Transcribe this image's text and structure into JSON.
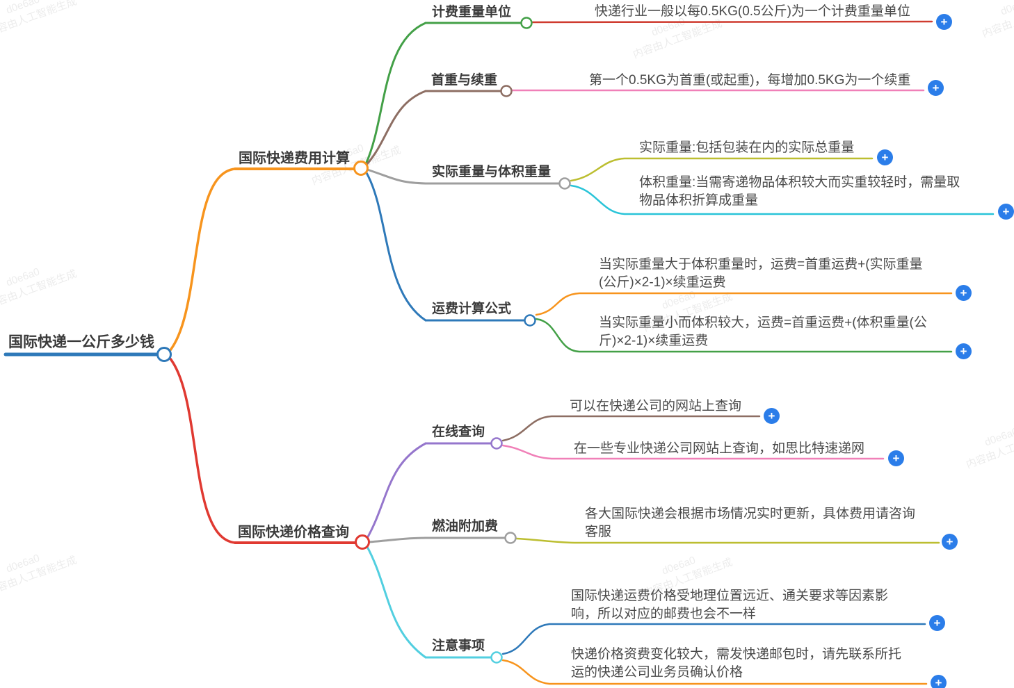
{
  "ui": {
    "plus": "+"
  },
  "watermark": {
    "line1": "d0e6a0",
    "line2": "内容由人工智能生成"
  },
  "palette": {
    "root_blue": "#2e79b9",
    "orange": "#f7941d",
    "red": "#e03931",
    "green": "#43a047",
    "dark_red": "#cf3b2f",
    "brown": "#8d6e63",
    "pink": "#f080b8",
    "gray": "#9e9e9e",
    "olive": "#bcbe30",
    "cyan": "#29c4d8",
    "light_cyan": "#52cfe0",
    "purple": "#9576cc",
    "blue": "#2e79b9",
    "plus_blue": "#2b7de9"
  },
  "mindmap": {
    "root": {
      "label": "国际快递一公斤多少钱"
    },
    "branches": [
      {
        "label": "国际快递费用计算",
        "topics": [
          {
            "label": "计费重量单位",
            "leaves": [
              {
                "lines": [
                  "快递行业一般以每0.5KG(0.5公斤)为一个计费重量单位"
                ]
              }
            ]
          },
          {
            "label": "首重与续重",
            "leaves": [
              {
                "lines": [
                  "第一个0.5KG为首重(或起重)，每增加0.5KG为一个续重"
                ]
              }
            ]
          },
          {
            "label": "实际重量与体积重量",
            "leaves": [
              {
                "lines": [
                  "实际重量:包括包装在内的实际总重量"
                ]
              },
              {
                "lines": [
                  "体积重量:当需寄递物品体积较大而实重较轻时，需量取",
                  "物品体积折算成重量"
                ]
              }
            ]
          },
          {
            "label": "运费计算公式",
            "leaves": [
              {
                "lines": [
                  "当实际重量大于体积重量时，运费=首重运费+(实际重量",
                  "(公斤)×2-1)×续重运费"
                ]
              },
              {
                "lines": [
                  "当实际重量小而体积较大，运费=首重运费+(体积重量(公",
                  "斤)×2-1)×续重运费"
                ]
              }
            ]
          }
        ]
      },
      {
        "label": "国际快递价格查询",
        "topics": [
          {
            "label": "在线查询",
            "leaves": [
              {
                "lines": [
                  "可以在快递公司的网站上查询"
                ]
              },
              {
                "lines": [
                  "在一些专业快递公司网站上查询，如思比特速递网"
                ]
              }
            ]
          },
          {
            "label": "燃油附加费",
            "leaves": [
              {
                "lines": [
                  "各大国际快递会根据市场情况实时更新，具体费用请咨询",
                  "客服"
                ]
              }
            ]
          },
          {
            "label": "注意事项",
            "leaves": [
              {
                "lines": [
                  "国际快递运费价格受地理位置远近、通关要求等因素影",
                  "响，所以对应的邮费也会不一样"
                ]
              },
              {
                "lines": [
                  "快递价格资费变化较大，需发快递邮包时，请先联系所托",
                  "运的快递公司业务员确认价格"
                ]
              }
            ]
          }
        ]
      }
    ]
  }
}
